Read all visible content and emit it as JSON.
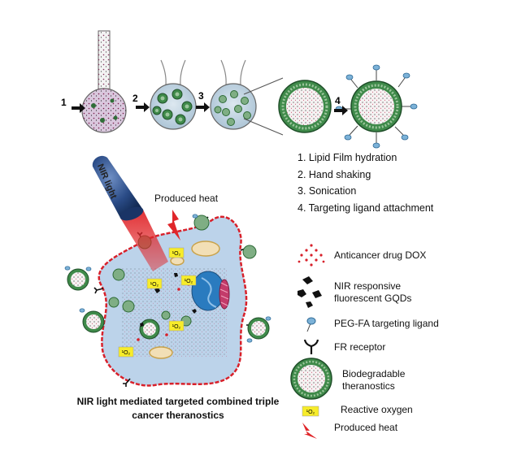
{
  "steps": [
    "1. Lipid Film hydration",
    "2. Hand shaking",
    "3. Sonication",
    "4. Targeting ligand attachment"
  ],
  "step_numbers": [
    "1",
    "2",
    "3",
    "4"
  ],
  "labels": {
    "nir_light": "NIR light",
    "produced_heat": "Produced heat",
    "singlet_oxygen": "¹O₂"
  },
  "legend": [
    {
      "icon": "dox-drug-icon",
      "label": "Anticancer drug DOX"
    },
    {
      "icon": "gqd-icon",
      "label": "NIR responsive\nfluorescent GQDs"
    },
    {
      "icon": "peg-fa-ligand-icon",
      "label": "PEG-FA targeting ligand"
    },
    {
      "icon": "fr-receptor-icon",
      "label": "FR receptor"
    },
    {
      "icon": "theranostic-particle-icon",
      "label": "Biodegradable\ntheranostics"
    },
    {
      "icon": "reactive-oxygen-icon",
      "label": "Reactive oxygen"
    },
    {
      "icon": "heat-icon",
      "label": "Produced heat"
    }
  ],
  "caption": "NIR light mediated targeted combined triple cancer theranostics",
  "colors": {
    "cell_fill": "#bcd3ea",
    "cell_border": "#d8202a",
    "flask_fill": "#c9d9e6",
    "particle_green": "#3f8a4a",
    "particle_light": "#9cc59c",
    "laser_red": "#e0262a",
    "torch_blue": "#1e3f74",
    "ros_yellow": "#f7ec2a"
  }
}
